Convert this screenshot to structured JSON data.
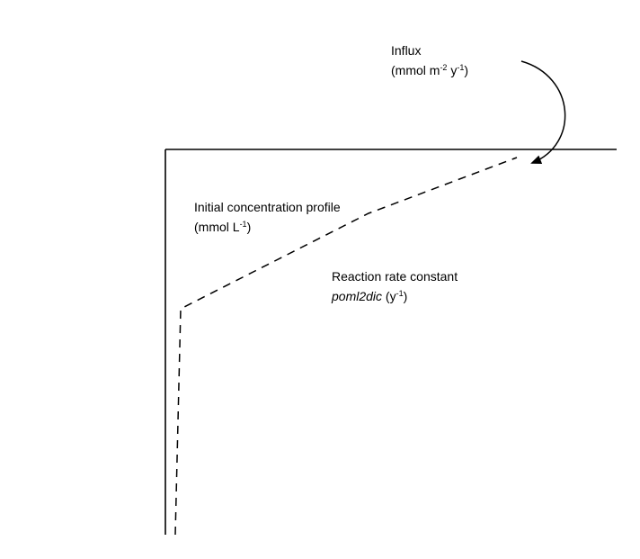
{
  "influx": {
    "title": "Influx",
    "unit_prefix": "(mmol m",
    "unit_exp1": "-2",
    "unit_mid": " y",
    "unit_exp2": "-1",
    "unit_suffix": ")"
  },
  "initial_profile": {
    "title": "Initial concentration profile",
    "unit_prefix": "(mmol L",
    "unit_exp": "-1",
    "unit_suffix": ")"
  },
  "reaction": {
    "title": "Reaction rate constant",
    "name": "poml2dic",
    "unit_prefix": " (y",
    "unit_exp": "-1",
    "unit_suffix": ")"
  }
}
